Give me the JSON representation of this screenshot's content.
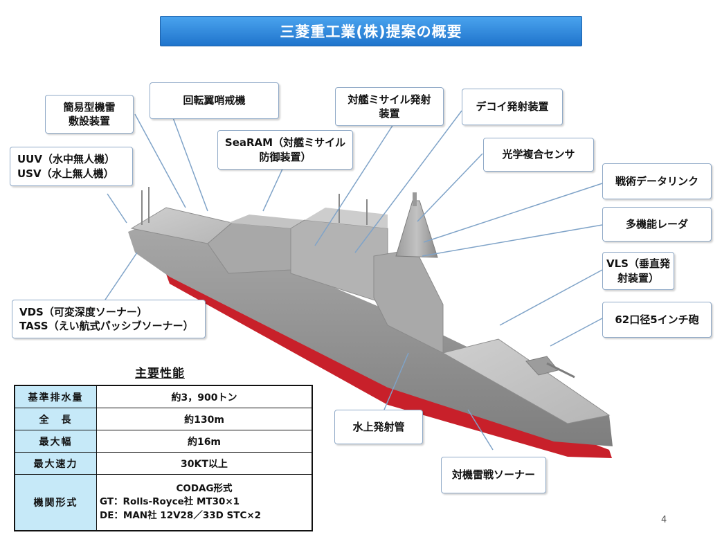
{
  "title": "三菱重工業(株)提案の概要",
  "labels": {
    "mine_laying": [
      "簡易型機雷",
      "敷設装置"
    ],
    "helicopter": "回転翼哨戒機",
    "anti_ship_missile": [
      "対艦ミサイル発射",
      "装置"
    ],
    "decoy": "デコイ発射装置",
    "uuv_usv": [
      "UUV（水中無人機）",
      "USV（水上無人機）"
    ],
    "searam": [
      "SeaRAM（対艦ミサイル",
      "防御装置）"
    ],
    "optical_sensor": "光学複合センサ",
    "datalink": "戦術データリンク",
    "radar": "多機能レーダ",
    "vls": [
      "VLS（垂直発",
      "射装置）"
    ],
    "vds_tass": [
      "VDS（可変深度ソーナー）",
      "TASS（えい航式パッシブソーナー）"
    ],
    "gun": "62口径5インチ砲",
    "torpedo_tube": "水上発射管",
    "mine_sonar": "対機雷戦ソーナー"
  },
  "specs": {
    "title": "主要性能",
    "rows": [
      {
        "key": "基準排水量",
        "value": [
          "約3，900トン"
        ]
      },
      {
        "key": "全　長",
        "value": [
          "約130m"
        ]
      },
      {
        "key": "最大幅",
        "value": [
          "約16m"
        ]
      },
      {
        "key": "最大速力",
        "value": [
          "30KT以上"
        ]
      },
      {
        "key": "機関形式",
        "value": [
          "CODAG形式",
          "GT：Rolls-Royce社 MT30×1",
          "DE：MAN社 12V28／33D STC×2"
        ]
      }
    ]
  },
  "page_number": "4",
  "colors": {
    "title_bar": "#2b86dc",
    "hull_red": "#c8202a",
    "hull_gray": "#9a9a9a",
    "spec_key_bg": "#c6e9f8",
    "leader_line": "#7fa3c8"
  }
}
